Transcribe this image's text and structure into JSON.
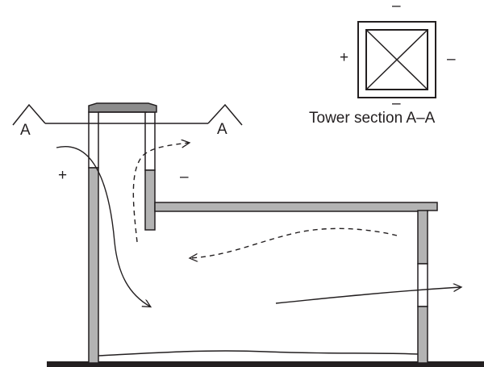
{
  "inset": {
    "caption": "Tower section A–A",
    "sign_top": "–",
    "sign_left": "+",
    "sign_right": "–",
    "sign_bottom": "–"
  },
  "section_cut": {
    "left_label": "A",
    "right_label": "A"
  },
  "pressure": {
    "windward": "+",
    "leeward": "–"
  },
  "colors": {
    "wall_fill": "#b3b3b3",
    "roof_cap_fill": "#8c8c8c",
    "ink": "#231f20"
  }
}
